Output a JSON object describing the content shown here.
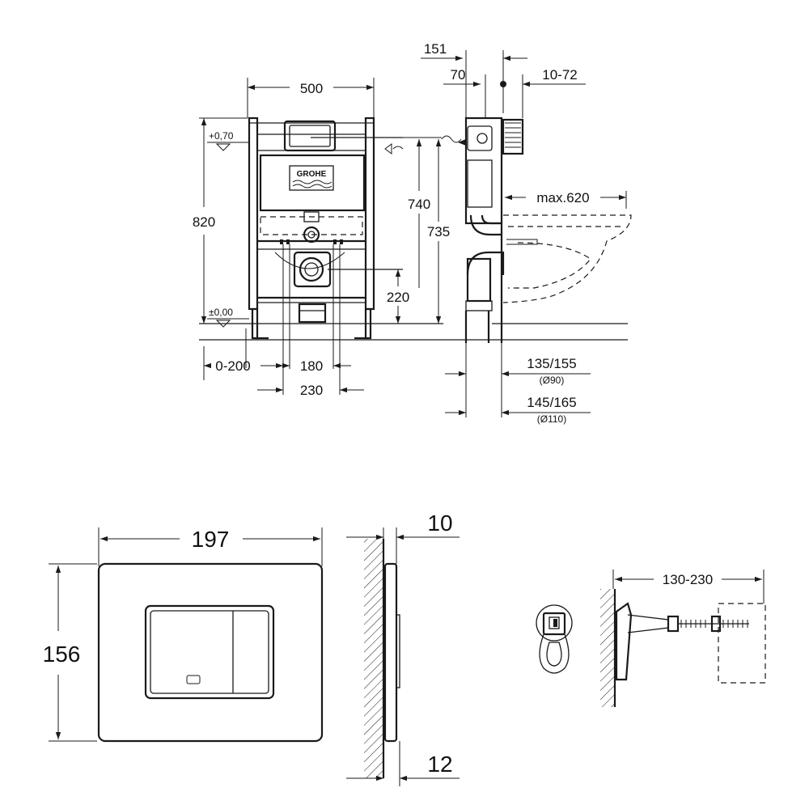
{
  "brand": {
    "logo_text": "GROHE"
  },
  "frame_front": {
    "width": "500",
    "height": "820",
    "level_top": "+0,70",
    "level_floor": "±0,00",
    "height_740": "740",
    "height_735": "735",
    "height_220": "220",
    "offset_floor": "0-200",
    "spacing_180": "180",
    "spacing_230": "230"
  },
  "frame_side": {
    "depth_151": "151",
    "depth_70": "70",
    "wall_10_72": "10-72",
    "bowl_max": "max.620",
    "drain_90": "135/155",
    "drain_90_sub": "(Ø90)",
    "drain_110": "145/165",
    "drain_110_sub": "(Ø110)"
  },
  "plate": {
    "width": "197",
    "height": "156",
    "depth_top": "10",
    "depth_bottom": "12"
  },
  "fixing": {
    "range": "130-230"
  }
}
